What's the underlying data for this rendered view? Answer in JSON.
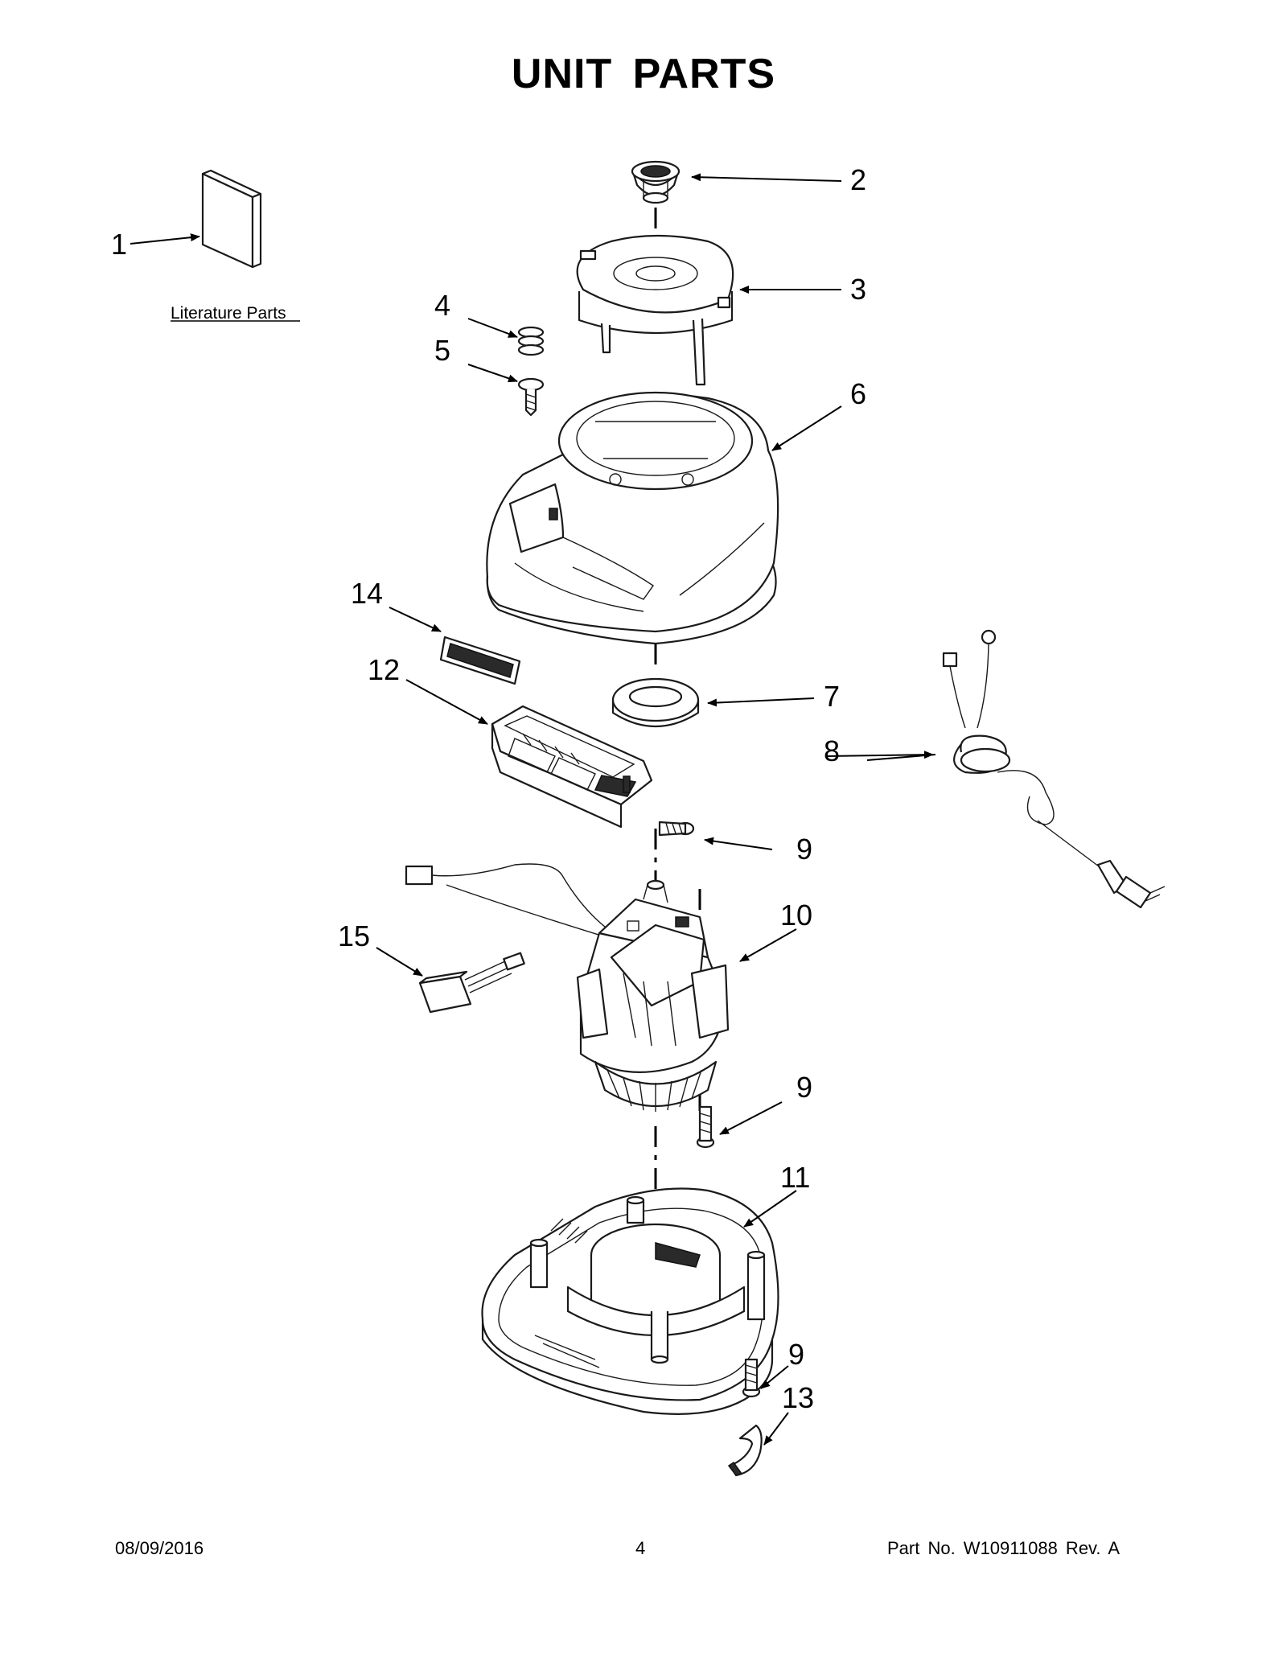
{
  "page": {
    "title": "UNIT  PARTS",
    "footer_date": "08/09/2016",
    "footer_page": "4",
    "footer_part": "Part No.  W10911088  Rev.  A"
  },
  "literature": {
    "label": "Literature Parts"
  },
  "callouts": {
    "c1": "1",
    "c2": "2",
    "c3": "3",
    "c4": "4",
    "c5": "5",
    "c6": "6",
    "c7": "7",
    "c8": "8",
    "c9a": "9",
    "c9b": "9",
    "c9c": "9",
    "c10": "10",
    "c11": "11",
    "c12": "12",
    "c13": "13",
    "c14": "14",
    "c15": "15"
  }
}
